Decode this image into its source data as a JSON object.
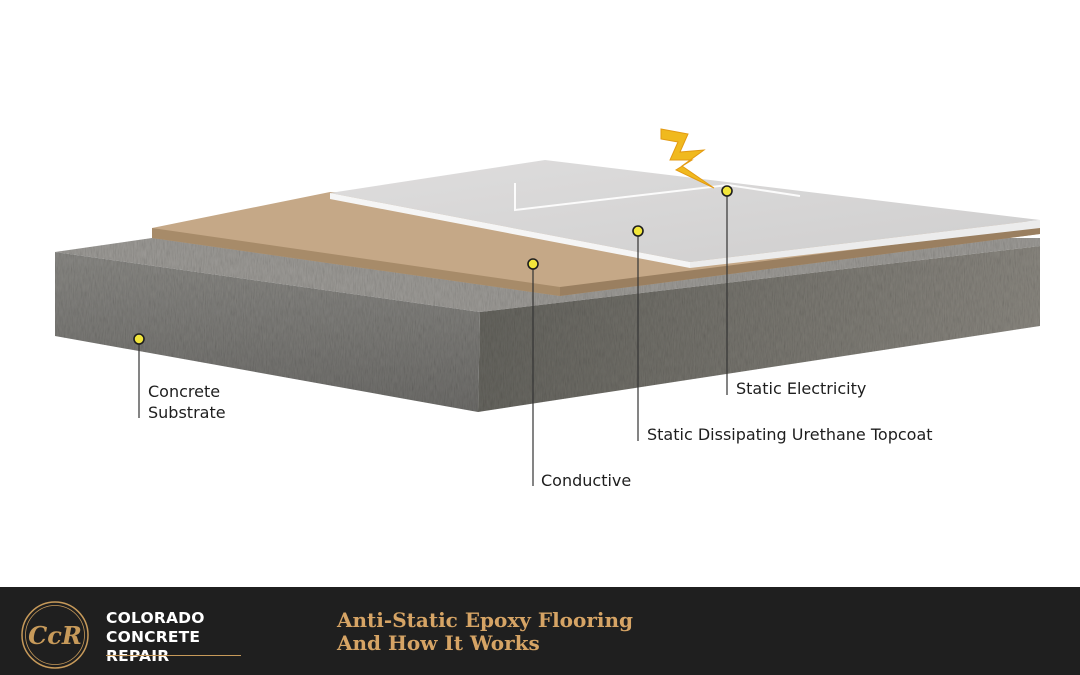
{
  "diagram": {
    "labels": {
      "concrete_line1": "Concrete",
      "concrete_line2": "Substrate",
      "conductive": "Conductive",
      "topcoat": "Static Dissipating Urethane Topcoat",
      "static": "Static Electricity"
    },
    "colors": {
      "concrete_top": "#9b9995",
      "concrete_front": "#7d7c79",
      "concrete_side": "#5f5e5b",
      "conductive_top": "#c4a888",
      "conductive_edge": "#a48868",
      "topcoat_top": "#d6d5d5",
      "topcoat_edge": "#f3f3f3",
      "marker": "#f2e63b",
      "lightning": "#f0b91e"
    },
    "icons": [
      "lightning-bolt-icon",
      "callout-marker-icon"
    ]
  },
  "footer": {
    "logo_monogram": "CcR",
    "brand_line1": "COLORADO",
    "brand_line2": "CONCRETE REPAIR",
    "headline_line1": "Anti-Static Epoxy Flooring",
    "headline_line2": "And How It Works",
    "colors": {
      "background": "#1f1f1f",
      "accent": "#d6a465"
    }
  }
}
